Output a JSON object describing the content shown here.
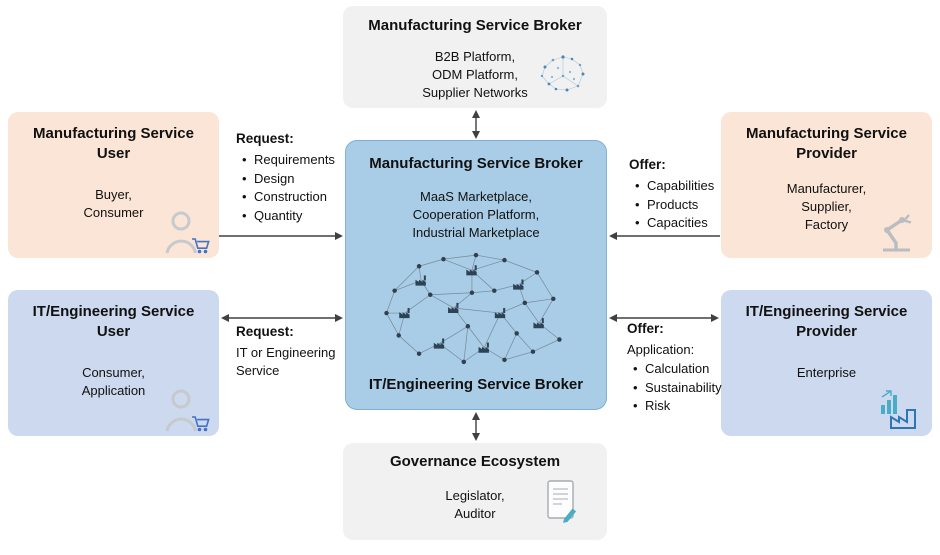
{
  "colors": {
    "peach_box": "#fbe5d6",
    "blue_box": "#ccd9ee",
    "gray_box": "#f1f1f1",
    "center_box": "#a9cde6",
    "center_box_border": "#7fafd2",
    "arrow": "#404040",
    "cart_blue": "#4472c4",
    "teal_accent": "#4bacc6"
  },
  "boxes": {
    "broker_top": {
      "title": "Manufacturing Service Broker",
      "lines": [
        "B2B Platform,",
        "ODM Platform,",
        "Supplier Networks"
      ],
      "icon": "network-dots-icon"
    },
    "center": {
      "title_top": "Manufacturing Service Broker",
      "lines": [
        "MaaS Marketplace,",
        "Cooperation Platform,",
        "Industrial Marketplace"
      ],
      "title_bottom": "IT/Engineering Service Broker",
      "icon": "marketplace-network-graphic"
    },
    "governance": {
      "title": "Governance Ecosystem",
      "lines": [
        "Legislator,",
        "Auditor"
      ],
      "icon": "document-audit-icon"
    },
    "mfg_user": {
      "title": [
        "Manufacturing Service",
        "User"
      ],
      "lines": [
        "Buyer,",
        "Consumer"
      ],
      "icon": "person-cart-icon"
    },
    "it_user": {
      "title": [
        "IT/Engineering Service",
        "User"
      ],
      "lines": [
        "Consumer,",
        "Application"
      ],
      "icon": "person-cart-icon"
    },
    "mfg_provider": {
      "title": [
        "Manufacturing Service",
        "Provider"
      ],
      "lines": [
        "Manufacturer,",
        "Supplier,",
        "Factory"
      ],
      "icon": "robot-arm-icon"
    },
    "it_provider": {
      "title": [
        "IT/Engineering Service",
        "Provider"
      ],
      "lines": [
        "Enterprise"
      ],
      "icon": "factory-chart-icon"
    }
  },
  "arrow_labels": {
    "request_mfg": {
      "heading": "Request:",
      "items": [
        "Requirements",
        "Design",
        "Construction",
        "Quantity"
      ]
    },
    "request_it": {
      "heading": "Request:",
      "lines": [
        "IT or Engineering",
        "Service"
      ]
    },
    "offer_mfg": {
      "heading": "Offer:",
      "items": [
        "Capabilities",
        "Products",
        "Capacities"
      ]
    },
    "offer_it": {
      "heading": "Offer:",
      "subheading": "Application:",
      "items": [
        "Calculation",
        "Sustainability",
        "Risk"
      ]
    }
  }
}
